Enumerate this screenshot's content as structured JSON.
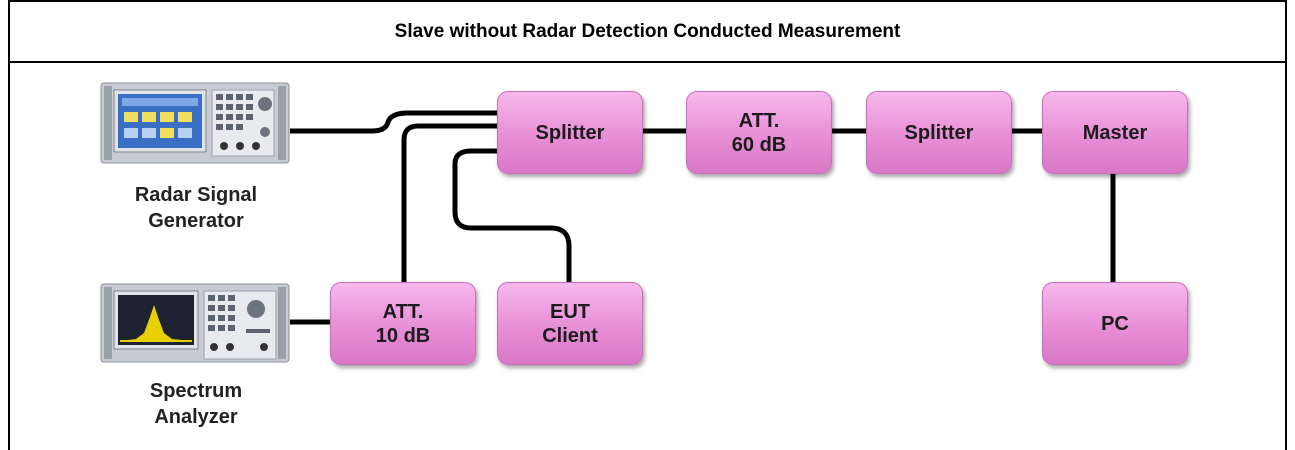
{
  "title": "Slave without Radar Detection Conducted Measurement",
  "devices": {
    "generator_label": "Radar Signal\nGenerator",
    "analyzer_label": "Spectrum\nAnalyzer"
  },
  "boxes": {
    "splitter1": "Splitter",
    "att60": "ATT.\n60 dB",
    "splitter2": "Splitter",
    "master": "Master",
    "att10": "ATT.\n10 dB",
    "eut": "EUT\nClient",
    "pc": "PC"
  },
  "colors": {
    "box_fill": "#e88ed6",
    "wire": "#000000"
  }
}
